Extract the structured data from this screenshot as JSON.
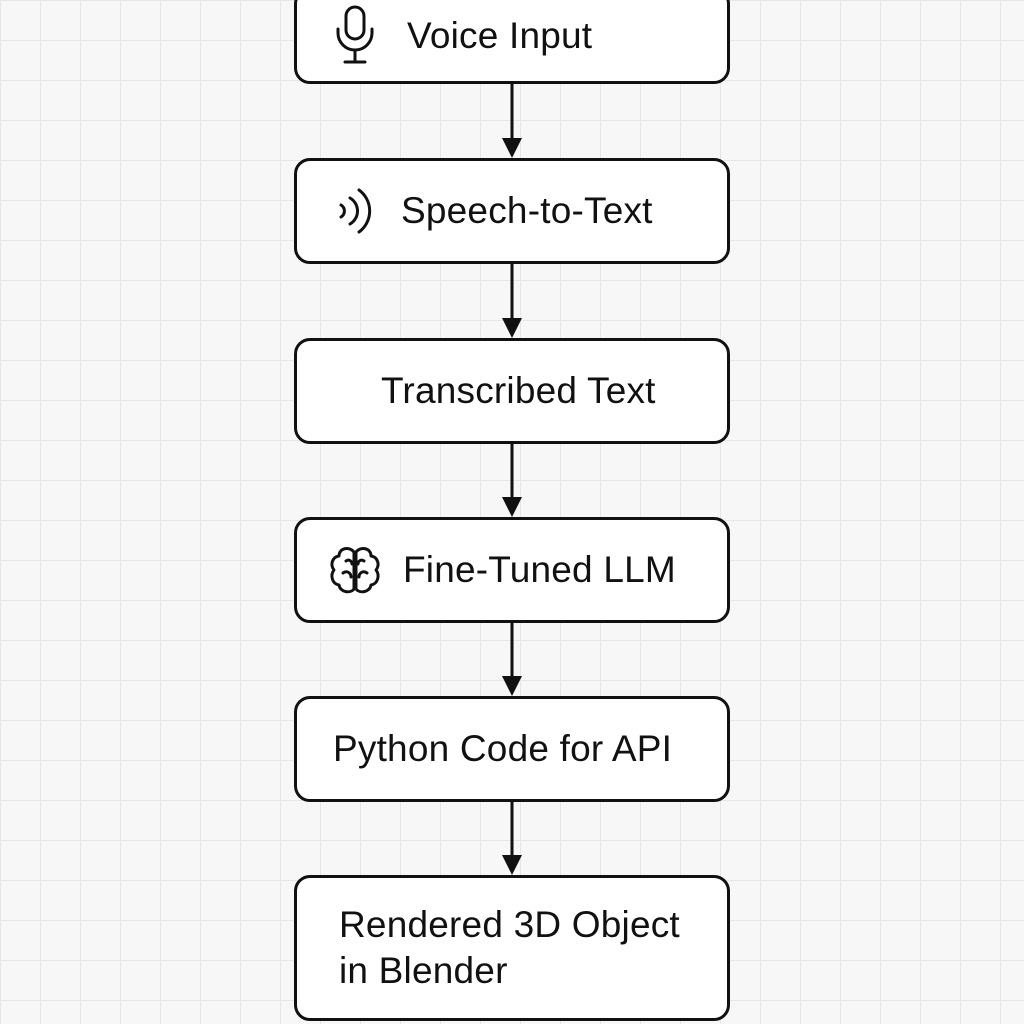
{
  "diagram": {
    "nodes": [
      {
        "label": "Voice Input",
        "icon": "microphone-icon"
      },
      {
        "label": "Speech-to-Text",
        "icon": "sound-waves-icon"
      },
      {
        "label": "Transcribed Text"
      },
      {
        "label": "Fine-Tuned LLM",
        "icon": "brain-icon"
      },
      {
        "label": "Python Code for API"
      },
      {
        "label": "Rendered 3D Object\nin Blender"
      }
    ],
    "stroke_color": "#111111",
    "node_fill": "#ffffff",
    "background": "#f7f7f7",
    "grid_color": "#e6e6e6"
  }
}
